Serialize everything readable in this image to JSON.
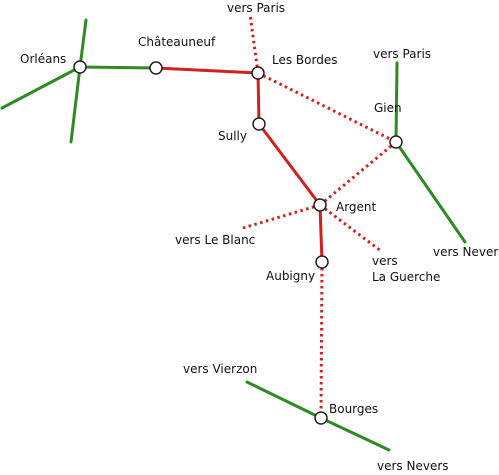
{
  "colors": {
    "secondary_line": "#2e8b23",
    "open_line": "#d21f1f",
    "closed_line": "#d21f1f",
    "station_fill": "#ffffff",
    "station_stroke": "#222222"
  },
  "stations": {
    "orleans": "Orléans",
    "chateauneuf": "Châteauneuf",
    "les_bordes": "Les Bordes",
    "sully": "Sully",
    "gien": "Gien",
    "argent": "Argent",
    "aubigny": "Aubigny",
    "bourges": "Bourges"
  },
  "directions": {
    "paris_top": "vers Paris",
    "paris_gien": "vers Paris",
    "nevers_gien": "vers Nevers",
    "le_blanc": "vers Le Blanc",
    "la_guerche_1": "vers",
    "la_guerche_2": "La Guerche",
    "vierzon": "vers Vierzon",
    "nevers_bourges": "vers Nevers"
  }
}
